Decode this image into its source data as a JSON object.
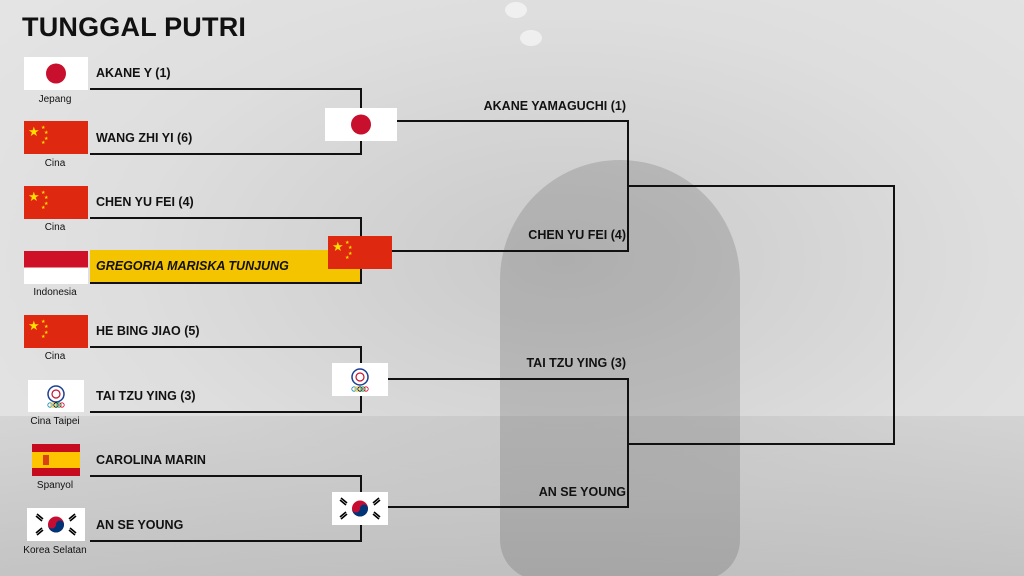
{
  "title": "TUNGGAL PUTRI",
  "round1": [
    {
      "name": "AKANE Y (1)",
      "country": "Jepang",
      "flag": "japan-flag-icon"
    },
    {
      "name": "WANG ZHI YI (6)",
      "country": "Cina",
      "flag": "china-flag-icon"
    },
    {
      "name": "CHEN YU FEI (4)",
      "country": "Cina",
      "flag": "china-flag-icon"
    },
    {
      "name": "GREGORIA MARISKA TUNJUNG",
      "country": "Indonesia",
      "flag": "indonesia-flag-icon",
      "highlight": "#f5c400"
    },
    {
      "name": "HE BING JIAO (5)",
      "country": "Cina",
      "flag": "china-flag-icon"
    },
    {
      "name": "TAI TZU YING (3)",
      "country": "Cina Taipei",
      "flag": "chinese-taipei-flag-icon"
    },
    {
      "name": "CAROLINA MARIN",
      "country": "Spanyol",
      "flag": "spain-flag-icon"
    },
    {
      "name": "AN SE YOUNG",
      "country": "Korea Selatan",
      "flag": "south-korea-flag-icon"
    }
  ],
  "semifinal": [
    {
      "name": "AKANE YAMAGUCHI (1)",
      "flag": "japan-flag-icon"
    },
    {
      "name": "CHEN YU FEI (4)",
      "flag": "china-flag-icon"
    },
    {
      "name": "TAI TZU YING (3)",
      "flag": "chinese-taipei-flag-icon"
    },
    {
      "name": "AN SE YOUNG",
      "flag": "south-korea-flag-icon"
    }
  ],
  "colors": {
    "line": "#111111",
    "highlight": "#f5c400"
  }
}
